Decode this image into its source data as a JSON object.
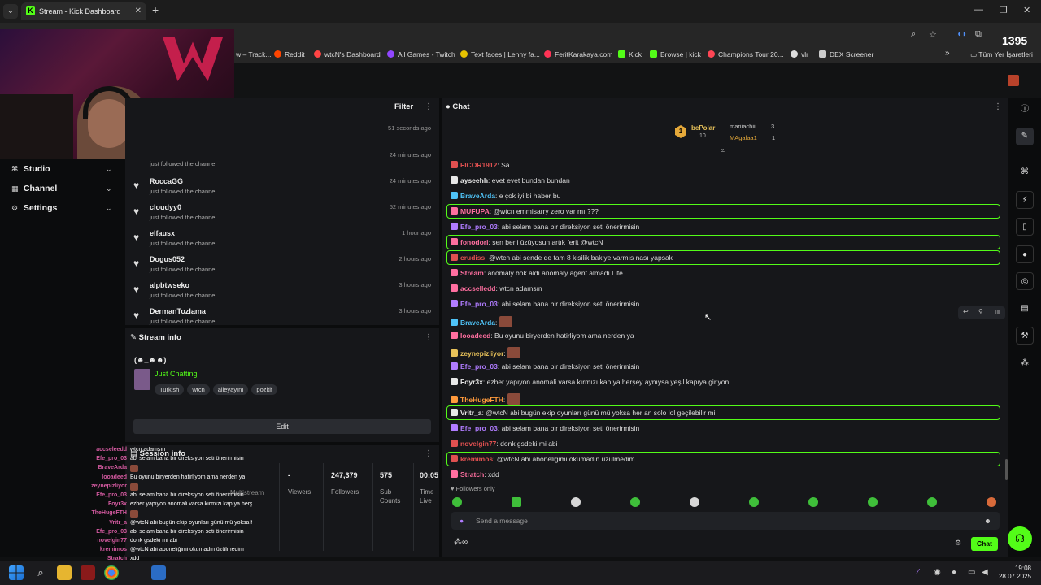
{
  "browser": {
    "tab_title": "Stream - Kick Dashboard",
    "new_tab": "+",
    "bookmarks": [
      {
        "label": "w – Track...",
        "color": "#888888"
      },
      {
        "label": "Reddit",
        "color": "#ff4500"
      },
      {
        "label": "wtcN's Dashboard",
        "color": "#ff4444"
      },
      {
        "label": "All Games - Twitch",
        "color": "#9146ff"
      },
      {
        "label": "Text faces | Lenny fa...",
        "color": "#e6c200"
      },
      {
        "label": "FeritKarakaya.com",
        "color": "#ff3355"
      },
      {
        "label": "Kick",
        "color": "#53fc18"
      },
      {
        "label": "Browse | kick",
        "color": "#53fc18"
      },
      {
        "label": "Champions Tour 20...",
        "color": "#ff4655"
      },
      {
        "label": "vlr",
        "color": "#dddddd"
      },
      {
        "label": "DEX Screener",
        "color": "#cccccc"
      }
    ],
    "all_bookmarks": "Tüm Yer İşaretleri",
    "overlay_counter": "1395"
  },
  "nav": {
    "items": [
      {
        "label": "Studio"
      },
      {
        "label": "Channel"
      },
      {
        "label": "Settings"
      }
    ]
  },
  "activity": {
    "filter_label": "Filter",
    "first_time": "51 seconds ago",
    "rows": [
      {
        "name": "",
        "sub": "just followed the channel",
        "time": "24 minutes ago"
      },
      {
        "name": "RoccaGG",
        "sub": "just followed the channel",
        "time": "24 minutes ago"
      },
      {
        "name": "cloudyy0",
        "sub": "just followed the channel",
        "time": "52 minutes ago"
      },
      {
        "name": "elfausx",
        "sub": "just followed the channel",
        "time": "1 hour ago"
      },
      {
        "name": "Dogus052",
        "sub": "just followed the channel",
        "time": "2 hours ago"
      },
      {
        "name": "alpbtwseko",
        "sub": "just followed the channel",
        "time": "3 hours ago"
      },
      {
        "name": "DermanTozlama",
        "sub": "just followed the channel",
        "time": "3 hours ago"
      }
    ]
  },
  "stream_info": {
    "title_label": "Stream info",
    "stream_title": "(☻_☻☻)",
    "category": "Just Chatting",
    "tags": [
      "Turkish",
      "wtcn",
      "aileyayını",
      "pozitif"
    ],
    "edit_label": "Edit"
  },
  "session_info": {
    "title_label": "Session info",
    "stats": [
      {
        "value": "-",
        "label": "Viewers"
      },
      {
        "value": "247,379",
        "label": "Followers"
      },
      {
        "value": "575",
        "label": "Sub\nCounts"
      },
      {
        "value": "00:05",
        "label": "Time\nLive"
      }
    ],
    "multistream": "Multistream"
  },
  "chat": {
    "title": "Chat",
    "leaderboard": {
      "first": {
        "name": "bePolar",
        "count": "10"
      },
      "second": {
        "name": "mariiachii",
        "count": "3"
      },
      "third": {
        "name": "MAgalaa1",
        "count": "1"
      }
    },
    "messages": [
      {
        "user": "FICOR1912",
        "color": "#e05050",
        "text": "Sa",
        "highlight": false
      },
      {
        "user": "ayseehh",
        "color": "#e8e8e8",
        "text": "evet evet bundan bundan",
        "highlight": false
      },
      {
        "user": "BraveArda",
        "color": "#4fc3f7",
        "text": "e çok iyi bi haber bu",
        "highlight": false
      },
      {
        "user": "MUFUPA",
        "color": "#ff6fa0",
        "text": "@wtcn emmisarry zero var mı ???",
        "highlight": true
      },
      {
        "user": "Efe_pro_03",
        "color": "#b07cff",
        "text": "abi selam bana bir direksiyon seti önerirmisin",
        "highlight": false
      },
      {
        "user": "fonodori",
        "color": "#ff6fa0",
        "text": "sen beni üzüyosun artık ferit @wtcN",
        "highlight": true
      },
      {
        "user": "crudiss",
        "color": "#e05050",
        "text": "@wtcn abi sende de tam 8 kisilik bakiye varmıs nası yapsak",
        "highlight": true
      },
      {
        "user": "Stream",
        "color": "#ff6fa0",
        "text": "anomaly bok aldı anomaly agent almadı Life",
        "highlight": false
      },
      {
        "user": "accselledd",
        "color": "#ff6fa0",
        "text": "wtcn adamsın",
        "highlight": false
      },
      {
        "user": "Efe_pro_03",
        "color": "#b07cff",
        "text": "abi selam bana bir direksiyon seti önerirmisin",
        "highlight": false
      },
      {
        "user": "BraveArda",
        "color": "#4fc3f7",
        "text": "",
        "highlight": false
      },
      {
        "user": "looadeed",
        "color": "#ff6fa0",
        "text": "Bu oyunu biryerden hatirliyom ama nerden ya",
        "highlight": false
      },
      {
        "user": "zeynepizliyor",
        "color": "#e8c25a",
        "text": "",
        "highlight": false
      },
      {
        "user": "Efe_pro_03",
        "color": "#b07cff",
        "text": "abi selam bana bir direksiyon seti önerirmisin",
        "highlight": false
      },
      {
        "user": "Foyr3x",
        "color": "#e8e8e8",
        "text": "ezber yapıyon anomali varsa kırmızı kapıya herşey aynıysa yeşil kapıya giriyon",
        "highlight": false
      },
      {
        "user": "TheHugeFTH",
        "color": "#ff9a3c",
        "text": "",
        "highlight": false
      },
      {
        "user": "Vritr_a",
        "color": "#e8e8e8",
        "text": "@wtcN abi bugün ekip oyunları günü mü yoksa her an solo lol geçilebilir mi",
        "highlight": true
      },
      {
        "user": "Efe_pro_03",
        "color": "#b07cff",
        "text": "abi selam bana bir direksiyon seti önerirmisin",
        "highlight": false
      },
      {
        "user": "novelgin77",
        "color": "#e05050",
        "text": "donk gsdeki mi abi",
        "highlight": false
      },
      {
        "user": "kremimos",
        "color": "#e05050",
        "text": "@wtcN abi aboneliğimi okumadın üzülmedim",
        "highlight": true
      },
      {
        "user": "Stratch",
        "color": "#ff6fa0",
        "text": "xdd",
        "highlight": false
      }
    ],
    "followers_only": "Followers only",
    "input_placeholder": "Send a message",
    "send_label": "Chat"
  },
  "overlay_chat": [
    {
      "user": "accseleedd",
      "text": "wtcn adamsın"
    },
    {
      "user": "Efe_pro_03",
      "text": "abi selam bana bir direksiyon seti önerirmisin"
    },
    {
      "user": "BraveArda",
      "text": ""
    },
    {
      "user": "looadeed",
      "text": "Bu oyunu biryerden hatirliyom ama nerden ya"
    },
    {
      "user": "zeynepizliyor",
      "text": ""
    },
    {
      "user": "Efe_pro_03",
      "text": "abi selam bana bir direksiyon seti önerirmisin"
    },
    {
      "user": "Foyr3x",
      "text": "ezber yapıyon anomali varsa kırmızı kapıya herşey aynıysa yeşil kapıya giriyon"
    },
    {
      "user": "TheHugeFTH",
      "text": ""
    },
    {
      "user": "Vritr_a",
      "text": "@wtcN abi bugün ekip oyunları günü mü yoksa her an solo lol geçilebilir mi"
    },
    {
      "user": "Efe_pro_03",
      "text": "abi selam bana bir direksiyon seti önerirmisin"
    },
    {
      "user": "novelgin77",
      "text": "donk gsdeki mi abi"
    },
    {
      "user": "kremimos",
      "text": "@wtcN abi aboneliğimi okumadın üzülmedim"
    },
    {
      "user": "Stratch",
      "text": "xdd"
    }
  ],
  "taskbar": {
    "time": "19:08",
    "date": "28.07.2025"
  }
}
